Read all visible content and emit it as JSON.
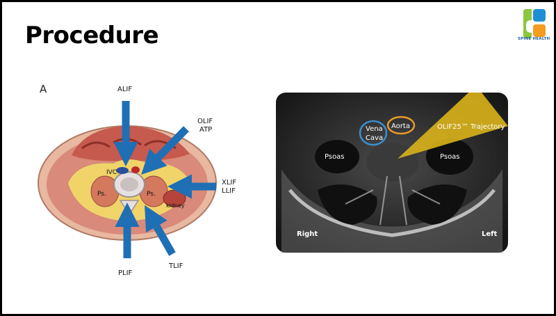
{
  "slide": {
    "title": "Procedure",
    "logo": {
      "caption": "SPINE HEALTH",
      "colors": [
        "#8dc63f",
        "#1e8fd4",
        "#f39c1e"
      ]
    }
  },
  "figure_a": {
    "panel_label": "A",
    "approaches": {
      "alif": "ALIF",
      "olif": "OLIF",
      "atp": "ATP",
      "xlif": "XLIF",
      "llif": "LLIF",
      "plif": "PLIF",
      "tlif": "TLIF"
    },
    "anatomy": {
      "ivc": "IVC",
      "psoas_left": "Ps.",
      "psoas_right": "Ps.",
      "kidney": "kidney"
    },
    "arrow_color": "#1f6fb5"
  },
  "figure_mri": {
    "vena_cava": [
      "Vena",
      "Cava"
    ],
    "aorta": "Aorta",
    "trajectory": "OLIF25™ Trajectory",
    "psoas_left": "Psoas",
    "psoas_right": "Psoas",
    "side_right": "Right",
    "side_left": "Left",
    "colors": {
      "vena_cava_ring": "#3a8fd0",
      "aorta_ring": "#e89a2a",
      "trajectory": "#d9b21a"
    }
  }
}
